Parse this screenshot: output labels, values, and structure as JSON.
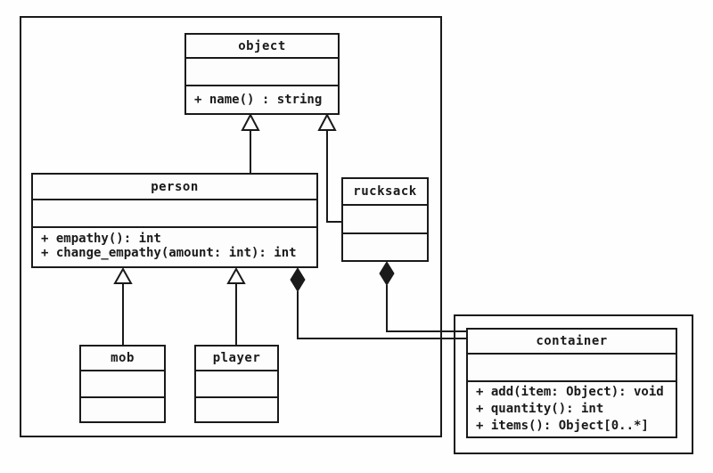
{
  "diagram": {
    "kind": "uml-class-diagram",
    "background_color": "#fefefe",
    "line_color": "#1a1a1a"
  },
  "classes": {
    "object": {
      "name": "object",
      "attributes": [],
      "methods": [
        "+ name() : string"
      ]
    },
    "person": {
      "name": "person",
      "attributes": [],
      "methods": [
        "+ empathy(): int",
        "+ change_empathy(amount: int): int"
      ]
    },
    "rucksack": {
      "name": "rucksack",
      "attributes": [],
      "methods": []
    },
    "mob": {
      "name": "mob",
      "attributes": [],
      "methods": []
    },
    "player": {
      "name": "player",
      "attributes": [],
      "methods": []
    },
    "container": {
      "name": "container",
      "attributes": [],
      "methods": [
        "+ add(item: Object): void",
        "+ quantity(): int",
        "+ items(): Object[0..*]"
      ]
    }
  },
  "relationships": [
    {
      "type": "inheritance",
      "from": "person",
      "to": "object"
    },
    {
      "type": "inheritance",
      "from": "rucksack",
      "to": "object"
    },
    {
      "type": "inheritance",
      "from": "mob",
      "to": "person"
    },
    {
      "type": "inheritance",
      "from": "player",
      "to": "person"
    },
    {
      "type": "composition",
      "from": "person",
      "to": "container"
    },
    {
      "type": "composition",
      "from": "rucksack",
      "to": "container"
    }
  ]
}
